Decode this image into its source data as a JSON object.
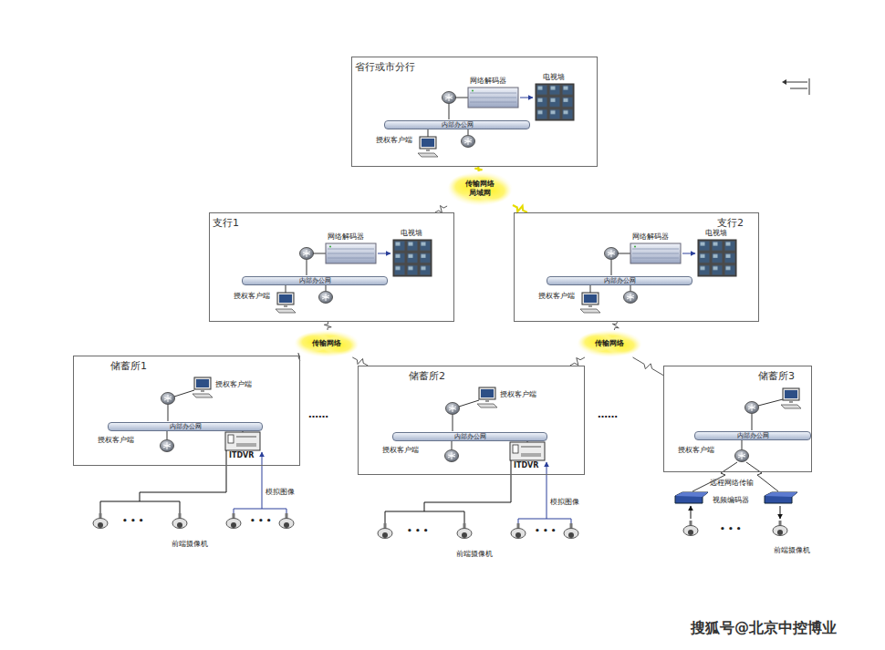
{
  "diagram": {
    "nodes": [
      {
        "text": [
          "省行或市分行"
        ]
      },
      {
        "text": [
          "内部办公网"
        ],
        "in": 0
      },
      {
        "text": [
          "支行1"
        ]
      },
      {
        "text": [
          "内部办公网"
        ],
        "in": 2
      },
      {
        "text": [
          "支行2"
        ]
      },
      {
        "text": [
          "内部办公网"
        ],
        "in": 4
      },
      {
        "text": [
          "传输网络 局域网"
        ]
      },
      {
        "text": [
          "传输网络"
        ]
      },
      {
        "text": [
          "传输网络"
        ]
      },
      {
        "text": [
          "储蓄所1"
        ]
      },
      {
        "text": [
          "内部办公网"
        ],
        "in": 9
      },
      {
        "text": [
          "储蓄所2"
        ]
      },
      {
        "text": [
          "内部办公网"
        ],
        "in": 11
      },
      {
        "text": [
          "储蓄所3"
        ]
      },
      {
        "text": [
          "内部办公网"
        ],
        "in": 13
      }
    ],
    "edges": [
      {
        "from": 6,
        "to": 0,
        "arrow": "none"
      },
      {
        "from": 6,
        "to": 2,
        "arrow": "none"
      },
      {
        "from": 6,
        "to": 4,
        "arrow": "none"
      },
      {
        "from": 7,
        "to": 2,
        "arrow": "none"
      },
      {
        "from": 7,
        "to": 9,
        "arrow": "none"
      },
      {
        "from": 7,
        "to": 11,
        "arrow": "none"
      },
      {
        "from": 8,
        "to": 4,
        "arrow": "none"
      },
      {
        "from": 8,
        "to": 11,
        "arrow": "none"
      },
      {
        "from": 8,
        "to": 13,
        "arrow": "none"
      }
    ],
    "labels": [
      "网络解码器",
      "电视墙",
      "授权客户端",
      "网络解码器",
      "电视墙",
      "授权客户端",
      "网络解码器",
      "电视墙",
      "授权客户端",
      "授权客户端",
      "授权客户端",
      "ITDVR",
      "模拟图像",
      "• • •",
      "• • •",
      "前端摄像机",
      "……",
      "授权客户端",
      "授权客户端",
      "ITDVR",
      "模拟图像",
      "• • •",
      "• • •",
      "前端摄像机",
      "……",
      "授权客户端",
      "远程网络传输",
      "视频编码器",
      "• • •",
      "前端摄像机",
      "搜狐号@北京中控博业"
    ]
  }
}
